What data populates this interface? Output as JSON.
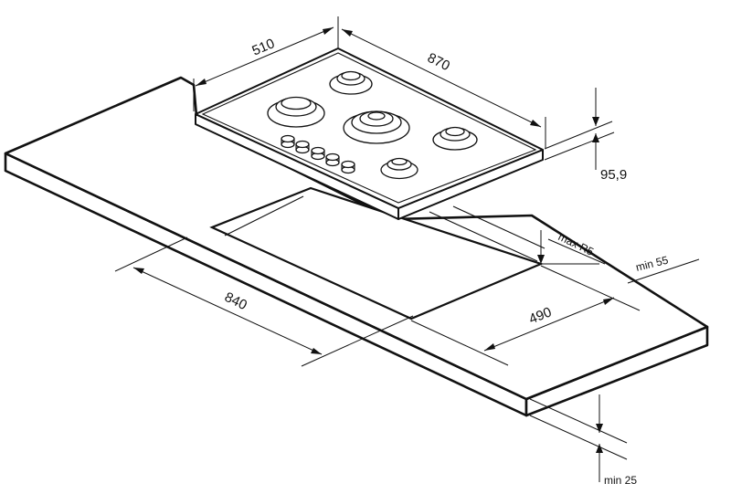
{
  "diagram": {
    "dimensions": {
      "hob_depth": "510",
      "hob_width": "870",
      "hob_height": "95,9",
      "cutout_width": "840",
      "cutout_depth": "490",
      "corner_radius": "max R5",
      "front_margin": "min 55",
      "worktop_thickness": "min 25"
    }
  }
}
